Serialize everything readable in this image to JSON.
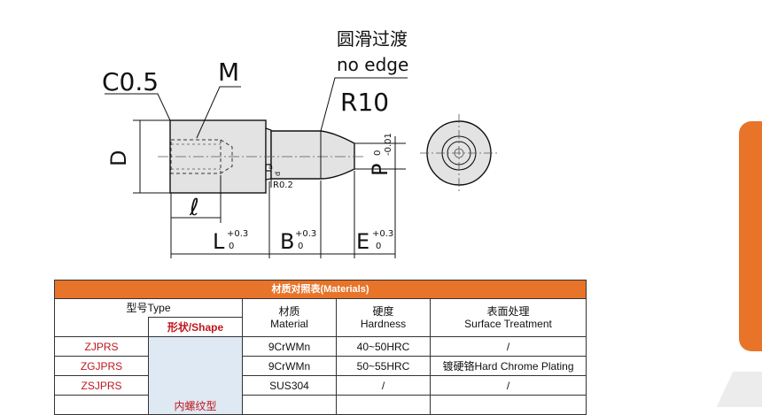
{
  "drawing": {
    "labels": {
      "chamfer": "C0.5",
      "thread": "M",
      "round_cn": "圆滑过渡",
      "round_en": "no edge",
      "radius": "R10",
      "diameter": "D",
      "thread_length": "ℓ",
      "dim_L": "L",
      "dim_B": "B",
      "dim_E": "E",
      "dim_P": "P",
      "groove_a": "a",
      "groove_d": "d",
      "groove_r": "R0.2"
    },
    "tolerances": {
      "L_upper": "+0.3",
      "L_lower": "0",
      "B_upper": "+0.3",
      "B_lower": "0",
      "E_upper": "+0.3",
      "E_lower": "0",
      "P_upper": "0",
      "P_lower": "-0.01"
    }
  },
  "table": {
    "title": "材质对照表(Materials)",
    "headers": {
      "type": "型号Type",
      "shape": "形状/Shape",
      "material_cn": "材质",
      "material_en": "Material",
      "hardness_cn": "硬度",
      "hardness_en": "Hardness",
      "surface_cn": "表面处理",
      "surface_en": "Surface Treatment"
    },
    "shape_value": "内螺纹型",
    "rows": [
      {
        "type": "ZJPRS",
        "material": "9CrWMn",
        "hardness": "40~50HRC",
        "surface": "/"
      },
      {
        "type": "ZGJPRS",
        "material": "9CrWMn",
        "hardness": "50~55HRC",
        "surface": "镀硬铬Hard Chrome Plating"
      },
      {
        "type": "ZSJPRS",
        "material": "SUS304",
        "hardness": "/",
        "surface": "/"
      }
    ]
  },
  "colors": {
    "accent": "#e8742a",
    "type_text": "#c0171d",
    "shape_fill": "#dfe9f4",
    "part_fill": "#e3e3e3"
  }
}
